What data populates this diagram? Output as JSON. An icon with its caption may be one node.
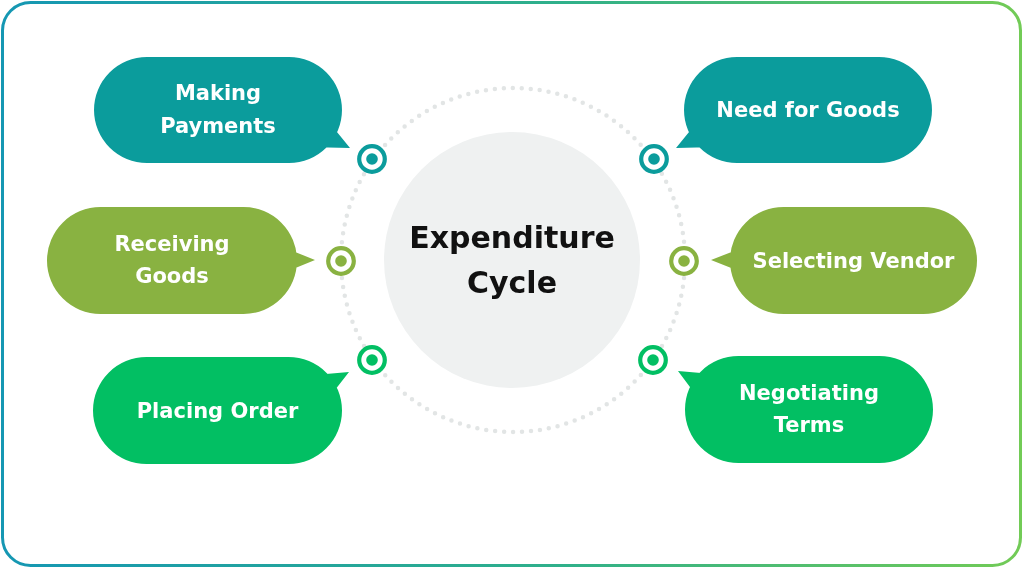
{
  "diagram": {
    "nodes": [
      {
        "text": [
          "Making Payments"
        ]
      },
      {
        "text": [
          "Need for Goods"
        ]
      },
      {
        "text": [
          "Receiving Goods"
        ]
      },
      {
        "text": [
          "Expenditure Cycle"
        ]
      },
      {
        "text": [
          "Selecting Vendor"
        ]
      },
      {
        "text": [
          "Placing Order"
        ]
      },
      {
        "text": [
          "Negotiating Terms"
        ]
      }
    ]
  }
}
